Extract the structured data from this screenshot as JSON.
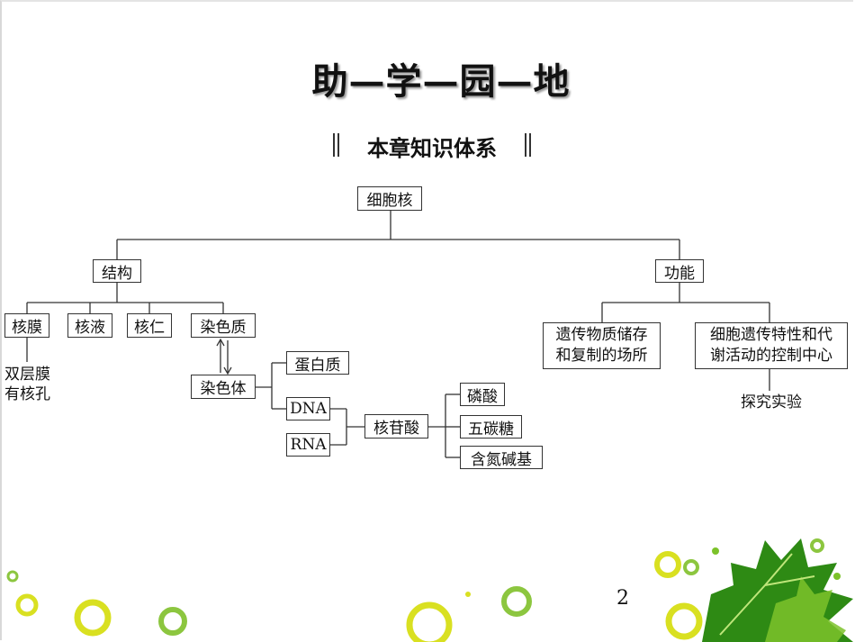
{
  "slide": {
    "title": "助—学—园—地",
    "subtitle": "本章知识体系",
    "page_number": "2"
  },
  "diagram": {
    "root": "细胞核",
    "structure": "结构",
    "function": "功能",
    "nuclear_membrane": "核膜",
    "nucleoplasm": "核液",
    "nucleolus": "核仁",
    "chromatin": "染色质",
    "membrane_note_line1": "双层膜",
    "membrane_note_line2": "有核孔",
    "chromosome": "染色体",
    "protein": "蛋白质",
    "dna": "DNA",
    "rna": "RNA",
    "nucleotide": "核苷酸",
    "phosphate": "磷酸",
    "pentose": "五碳糖",
    "base": "含氮碱基",
    "func1_line1": "遗传物质储存",
    "func1_line2": "和复制的场所",
    "func2_line1": "细胞遗传特性和代",
    "func2_line2": "谢活动的控制中心",
    "experiment": "探究实验"
  },
  "colors": {
    "leaf_dark": "#2e8a14",
    "leaf_light": "#7cc22a",
    "ring_yellow": "#d9e021",
    "ring_green": "#8cc63f"
  }
}
